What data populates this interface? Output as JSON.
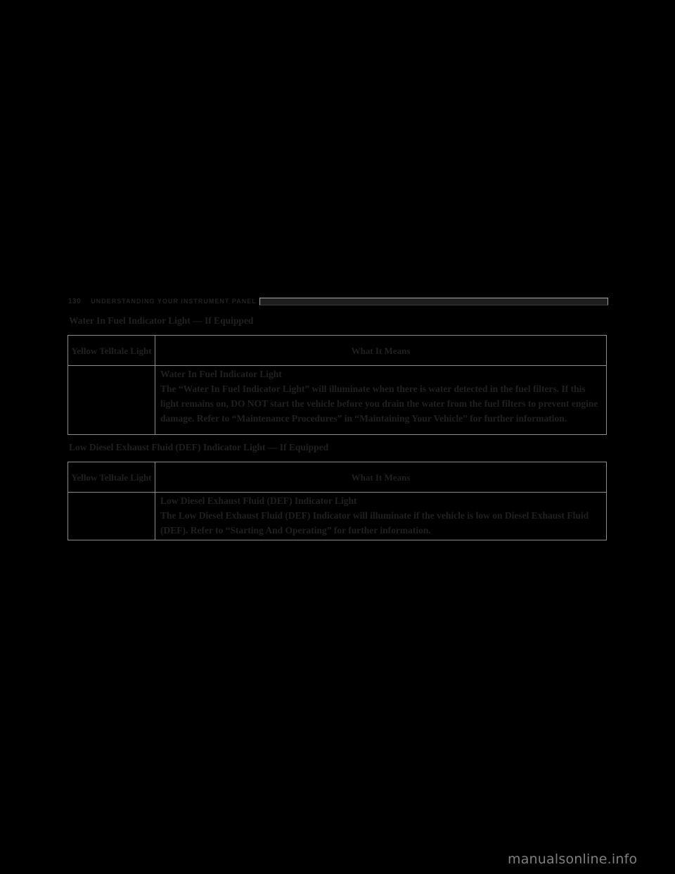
{
  "page_header": {
    "page_number": "130",
    "section_title": "UNDERSTANDING YOUR INSTRUMENT PANEL"
  },
  "sections": [
    {
      "heading": "Water In Fuel Indicator Light — If Equipped",
      "table": {
        "columns": [
          "Yellow Telltale Light",
          "What It Means"
        ],
        "rows": [
          {
            "icon": "water-in-fuel-telltale-icon",
            "title": "Water In Fuel Indicator Light",
            "text": "The “Water In Fuel Indicator Light” will illuminate when there is water detected in the fuel filters. If this light remains on, DO NOT start the vehicle before you drain the water from the fuel filters to prevent engine damage. Refer to “Maintenance Procedures” in “Maintaining Your Vehicle” for further information."
          }
        ]
      }
    },
    {
      "heading": "Low Diesel Exhaust Fluid (DEF) Indicator Light — If Equipped",
      "table": {
        "columns": [
          "Yellow Telltale Light",
          "What It Means"
        ],
        "rows": [
          {
            "icon": "low-def-telltale-icon",
            "title": "Low Diesel Exhaust Fluid (DEF) Indicator Light",
            "text": "The Low Diesel Exhaust Fluid (DEF) Indicator will illuminate if the vehicle is low on Diesel Exhaust Fluid (DEF). Refer to “Starting And Operating” for further information."
          }
        ]
      }
    }
  ],
  "watermark": "manualsonline.info",
  "colors": {
    "background": "#000000",
    "text": "#202020",
    "table_border": "#8c8c8c",
    "watermark": "#7f7f7f"
  }
}
